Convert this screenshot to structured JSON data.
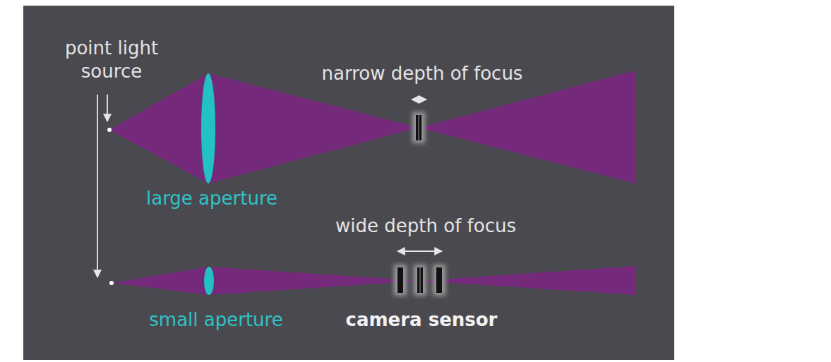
{
  "diagram": {
    "labels": [
      "point light source",
      "large aperture",
      "narrow depth of focus",
      "wide depth of focus",
      "small aperture",
      "camera sensor"
    ]
  }
}
